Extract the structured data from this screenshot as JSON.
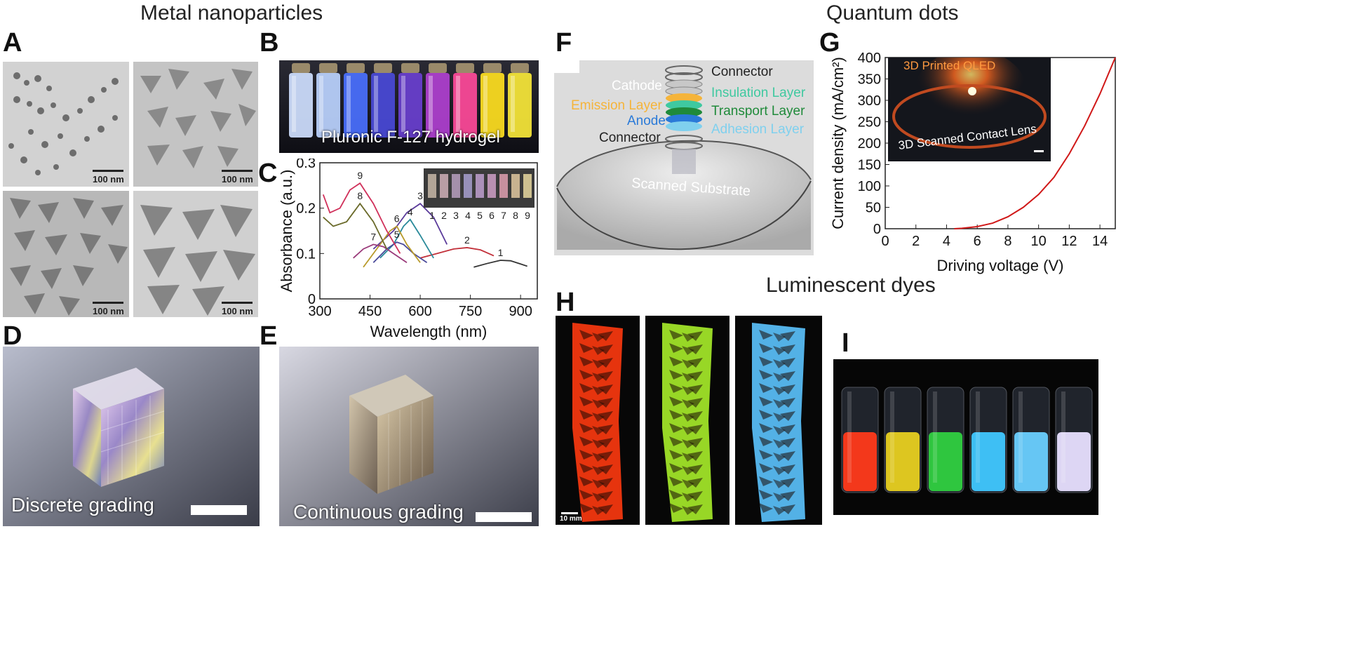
{
  "sections": {
    "metal": "Metal nanoparticles",
    "quantum": "Quantum dots",
    "dyes": "Luminescent dyes"
  },
  "panels": {
    "A": "A",
    "B": "B",
    "C": "C",
    "D": "D",
    "E": "E",
    "F": "F",
    "G": "G",
    "H": "H",
    "I": "I"
  },
  "panel_a": {
    "scale_labels": [
      "100 nm",
      "100 nm",
      "100 nm",
      "100 nm"
    ]
  },
  "panel_b": {
    "caption": "Pluronic F-127 hydrogel"
  },
  "panel_d": {
    "caption": "Discrete grading"
  },
  "panel_e": {
    "caption": "Continuous grading"
  },
  "panel_f": {
    "labels": {
      "connector_top": "Connector",
      "cathode": "Cathode",
      "insulation": "Insulation Layer",
      "emission": "Emission Layer",
      "transport": "Transport Layer",
      "anode": "Anode",
      "adhesion": "Adhesion Layer",
      "connector_bottom": "Connector",
      "substrate": "Scanned Substrate"
    },
    "colors": {
      "insulation": "#3fc9a0",
      "emission": "#f5b43a",
      "transport": "#1f8a3a",
      "anode": "#2a7ad8",
      "adhesion": "#7fd0ee"
    }
  },
  "panel_g_inset": {
    "title": "3D Printed QLED",
    "subtitle": "3D Scanned Contact Lens"
  },
  "panel_h": {
    "scale_label": "10 mm",
    "vase_colors": [
      "#ff3a10",
      "#a8ee2a",
      "#5cc4ff"
    ]
  },
  "panel_i": {
    "vial_colors": [
      "#ff3a1a",
      "#e8d020",
      "#30d040",
      "#40c8ff",
      "#6ad0ff",
      "#e8e0ff"
    ]
  },
  "chart_data": [
    {
      "type": "line",
      "panel": "C",
      "xlabel": "Wavelength (nm)",
      "ylabel": "Absorbance (a.u.)",
      "xlim": [
        300,
        950
      ],
      "ylim": [
        0,
        0.3
      ],
      "xticks": [
        300,
        450,
        600,
        750,
        900
      ],
      "yticks": [
        0,
        0.1,
        0.2,
        0.3
      ],
      "inset_labels": [
        "1",
        "2",
        "3",
        "4",
        "5",
        "6",
        "7",
        "8",
        "9"
      ],
      "series": [
        {
          "name": "1",
          "color": "#333333",
          "x": [
            760,
            800,
            840,
            870,
            900,
            920
          ],
          "y": [
            0.07,
            0.078,
            0.085,
            0.084,
            0.077,
            0.072
          ]
        },
        {
          "name": "2",
          "color": "#c2303a",
          "x": [
            600,
            650,
            700,
            740,
            780,
            820
          ],
          "y": [
            0.09,
            0.1,
            0.11,
            0.113,
            0.108,
            0.095
          ]
        },
        {
          "name": "3",
          "color": "#5a3a9a",
          "x": [
            460,
            520,
            560,
            600,
            640,
            680
          ],
          "y": [
            0.11,
            0.15,
            0.19,
            0.21,
            0.18,
            0.12
          ]
        },
        {
          "name": "4",
          "color": "#2a8a9a",
          "x": [
            480,
            520,
            550,
            570,
            600,
            640
          ],
          "y": [
            0.09,
            0.12,
            0.16,
            0.175,
            0.14,
            0.09
          ]
        },
        {
          "name": "5",
          "color": "#4a4a9a",
          "x": [
            460,
            500,
            530,
            550,
            580,
            620
          ],
          "y": [
            0.08,
            0.11,
            0.125,
            0.12,
            0.1,
            0.08
          ]
        },
        {
          "name": "6",
          "color": "#b89a2a",
          "x": [
            430,
            470,
            510,
            530,
            560,
            600
          ],
          "y": [
            0.07,
            0.11,
            0.15,
            0.16,
            0.12,
            0.08
          ]
        },
        {
          "name": "7",
          "color": "#9a3a7a",
          "x": [
            400,
            430,
            460,
            490,
            520,
            560
          ],
          "y": [
            0.09,
            0.11,
            0.12,
            0.115,
            0.1,
            0.08
          ]
        },
        {
          "name": "8",
          "color": "#6a6a2a",
          "x": [
            310,
            340,
            380,
            420,
            460,
            500
          ],
          "y": [
            0.18,
            0.16,
            0.17,
            0.21,
            0.17,
            0.11
          ]
        },
        {
          "name": "9",
          "color": "#d0305a",
          "x": [
            310,
            330,
            360,
            390,
            420,
            460,
            500,
            540
          ],
          "y": [
            0.23,
            0.19,
            0.2,
            0.24,
            0.255,
            0.21,
            0.15,
            0.1
          ]
        }
      ]
    },
    {
      "type": "line",
      "panel": "G",
      "xlabel": "Driving voltage (V)",
      "ylabel": "Current density (mA/cm²)",
      "xlim": [
        0,
        15
      ],
      "ylim": [
        0,
        400
      ],
      "xticks": [
        0,
        2,
        4,
        6,
        8,
        10,
        12,
        14
      ],
      "yticks": [
        0,
        50,
        100,
        150,
        200,
        250,
        300,
        350,
        400
      ],
      "series": [
        {
          "color": "#d01818",
          "x": [
            4.5,
            5,
            6,
            7,
            8,
            9,
            10,
            11,
            12,
            13,
            14,
            15
          ],
          "y": [
            0,
            1,
            5,
            13,
            28,
            50,
            80,
            120,
            175,
            240,
            315,
            400
          ]
        }
      ]
    }
  ]
}
